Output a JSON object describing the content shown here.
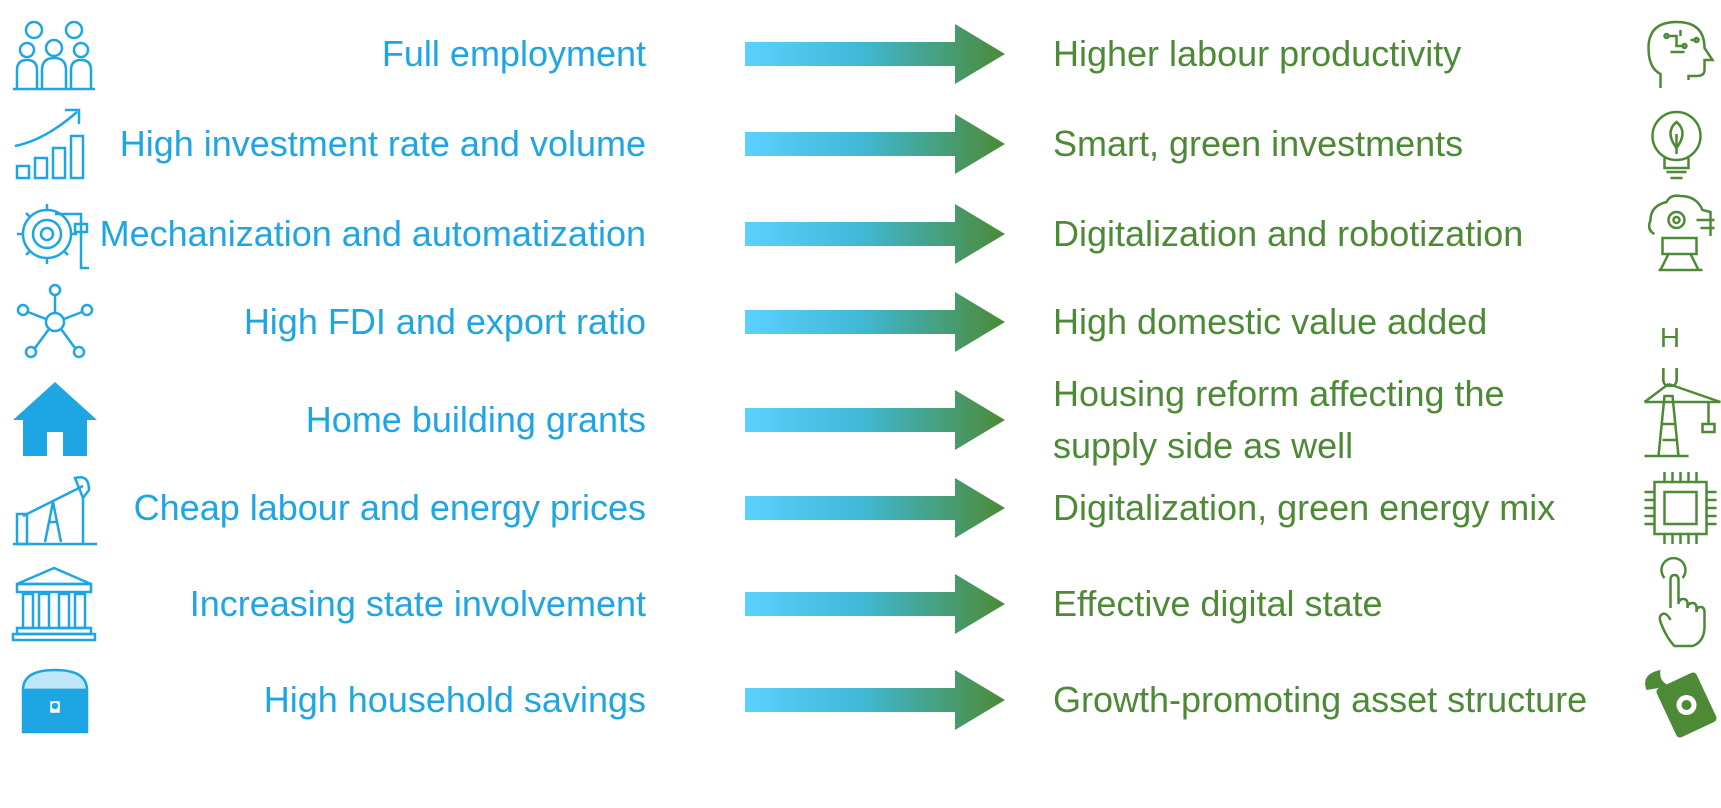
{
  "rows": [
    {
      "left": "Full employment",
      "right": "Higher labour productivity",
      "left_icon": "team-icon",
      "right_icon": "brain-circuit-icon"
    },
    {
      "left": "High investment rate and volume",
      "right": "Smart, green investments",
      "left_icon": "growth-chart-icon",
      "right_icon": "green-bulb-icon"
    },
    {
      "left": "Mechanization and automatization",
      "right": "Digitalization and robotization",
      "left_icon": "gear-machine-icon",
      "right_icon": "robot-head-icon"
    },
    {
      "left": "High FDI and export ratio",
      "right": "High domestic value added",
      "left_icon": "network-node-icon",
      "right_icon": "none"
    },
    {
      "left": "Home building grants",
      "right": "Housing reform affecting the supply side as well",
      "left_icon": "house-icon",
      "right_icon": "crane-icon"
    },
    {
      "left": "Cheap labour and energy prices",
      "right": "Digitalization, green energy mix",
      "left_icon": "oil-pump-icon",
      "right_icon": "chip-icon"
    },
    {
      "left": "Increasing state involvement",
      "right": "Effective digital state",
      "left_icon": "government-building-icon",
      "right_icon": "touch-hand-icon"
    },
    {
      "left": "High household savings",
      "right": "Growth-promoting asset structure",
      "left_icon": "treasure-chest-icon",
      "right_icon": "flying-money-icon"
    }
  ],
  "side_letters": [
    "H",
    "U"
  ],
  "colors": {
    "left_text": "#1ea5e3",
    "right_text": "#4d8a35",
    "arrow_start": "#5bd1ff",
    "arrow_end": "#4b8a35"
  }
}
